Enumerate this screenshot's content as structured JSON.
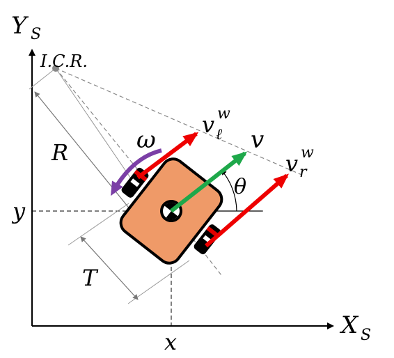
{
  "labels": {
    "y_axis_main": "Y",
    "y_axis_sub": "S",
    "x_axis_main": "X",
    "x_axis_sub": "S",
    "icr": "I.C.R.",
    "radius": "R",
    "omega": "ω",
    "v": "v",
    "v_left_main": "v",
    "v_left_sub": "ℓ",
    "v_left_sup": "w",
    "v_right_main": "v",
    "v_right_sub": "r",
    "v_right_sup": "w",
    "theta": "θ",
    "y_coord": "y",
    "x_coord": "x",
    "track_width": "T"
  },
  "colors": {
    "body_fill": "#ef9a68",
    "outline": "#000000",
    "wheel_accent": "#e00000",
    "velocity_v": "#1ea84a",
    "wheel_velocity": "#ee0000",
    "omega_arrow": "#7b3fa6",
    "icr_point": "#888888",
    "dashed": "#888888",
    "axis": "#000000"
  }
}
